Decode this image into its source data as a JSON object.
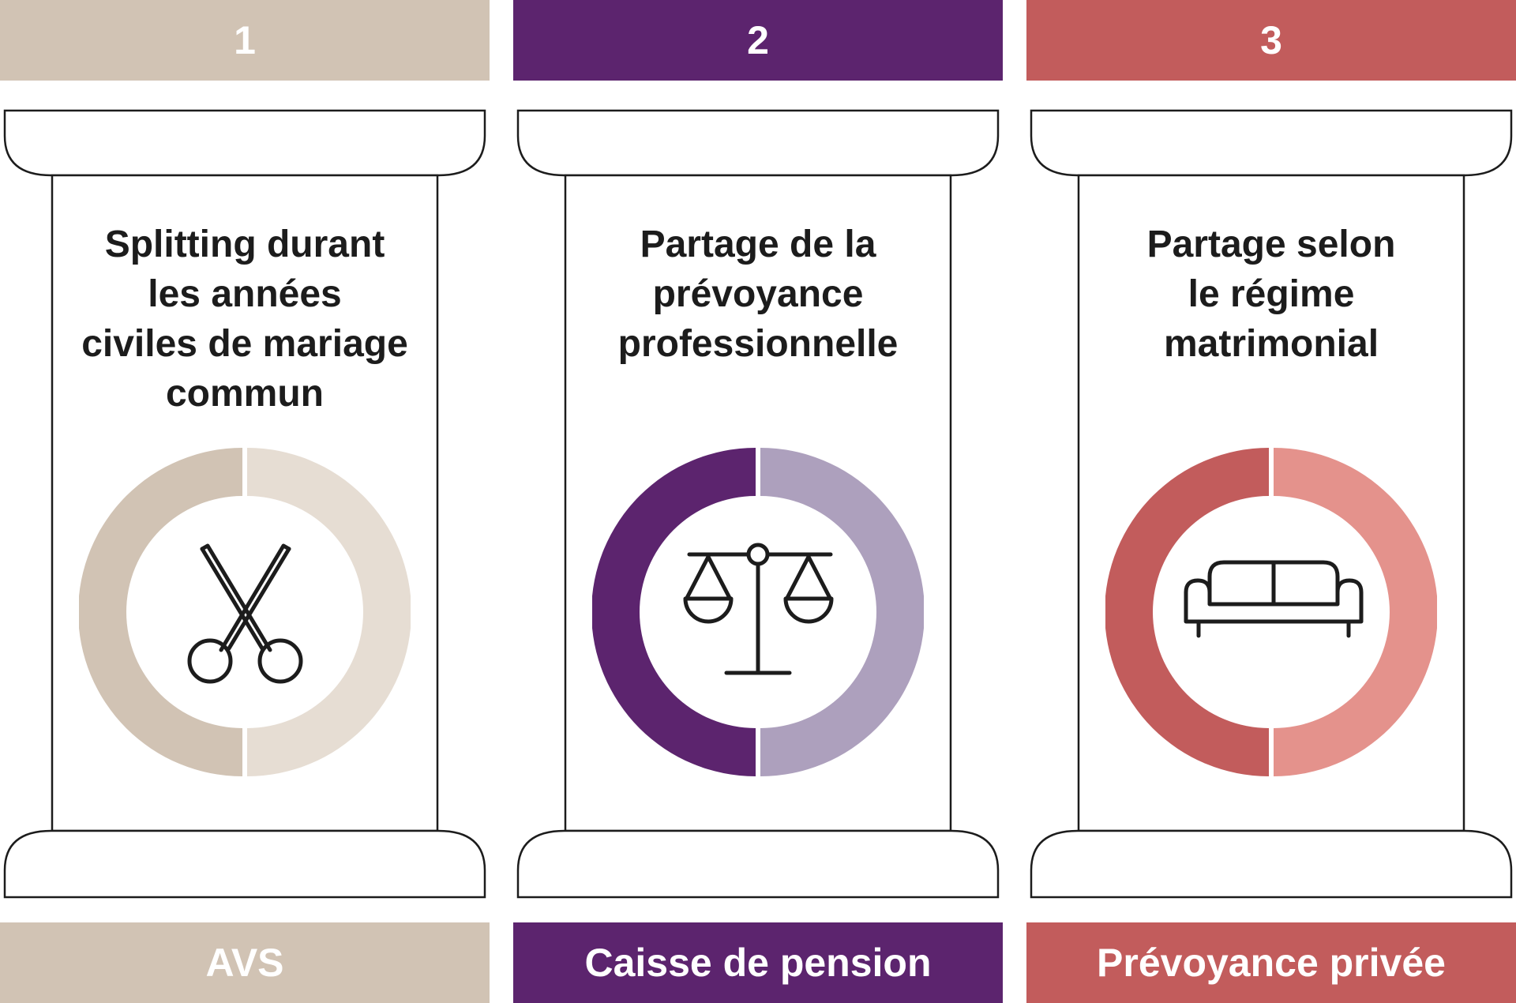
{
  "pillars": [
    {
      "number": "1",
      "title_lines": [
        "Splitting durant",
        "les années",
        "civiles de mariage",
        "commun"
      ],
      "label": "AVS",
      "colors": {
        "primary": "#d1c3b4",
        "light": "#e6ddd3"
      },
      "icon": "scissors-icon"
    },
    {
      "number": "2",
      "title_lines": [
        "Partage de la",
        "prévoyance",
        "professionnelle"
      ],
      "label": "Caisse de pension",
      "colors": {
        "primary": "#5c246e",
        "light": "#ada0bd"
      },
      "icon": "scales-icon"
    },
    {
      "number": "3",
      "title_lines": [
        "Partage selon",
        "le régime",
        "matrimonial"
      ],
      "label": "Prévoyance privée",
      "colors": {
        "primary": "#c25c5c",
        "light": "#e4928c"
      },
      "icon": "sofa-icon"
    }
  ]
}
